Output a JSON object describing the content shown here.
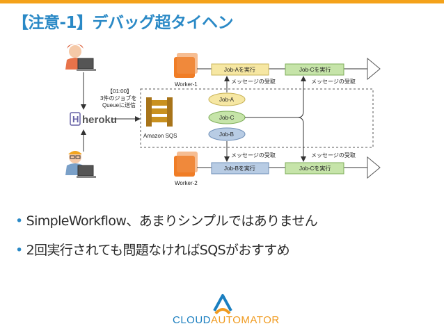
{
  "slide": {
    "title": "【注意-1】デバッグ超タイヘン",
    "bullets": [
      "SimpleWorkflow、あまりシンプルではありません",
      "2回実行されても問題なければSQSがおすすめ"
    ]
  },
  "diagram": {
    "heroku_label": "heroku",
    "heroku_icon_letter": "H",
    "note_lines": [
      "【01:00】",
      "3件のジョブを",
      "Queueに送信"
    ],
    "sqs_label": "Amazon SQS",
    "worker1_label": "Worker-1",
    "worker2_label": "Worker-2",
    "lane1": {
      "job_a": "Job-Aを実行",
      "job_c": "Job-Cを実行"
    },
    "lane2": {
      "job_b": "Job-Bを実行",
      "job_c": "Job-Cを実行"
    },
    "receive_label": "メッセージの受取",
    "queue_jobs": [
      "Job-A",
      "Job-C",
      "Job-B"
    ]
  },
  "logo": {
    "part1": "CLOUD",
    "part2": "AUTOMATOR"
  },
  "colors": {
    "accent": "#f4a21a",
    "title": "#2a89c6",
    "job_a": "#f6e7a3",
    "job_b": "#b8cce4",
    "job_c": "#c6e4a9",
    "worker": "#f07d26",
    "sqs": "#c9911f"
  }
}
